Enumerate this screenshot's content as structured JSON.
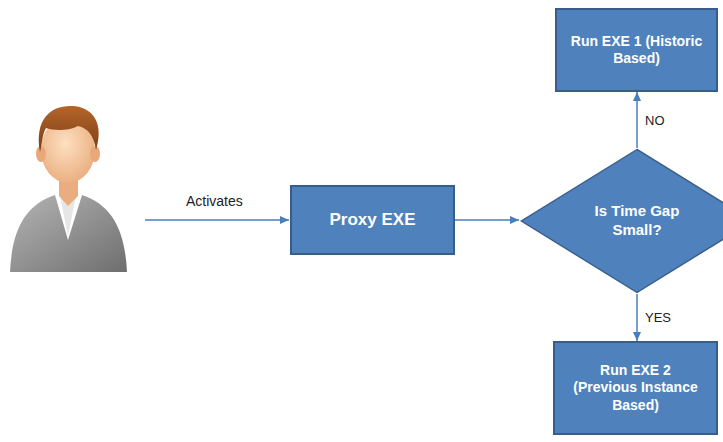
{
  "diagram": {
    "nodes": [
      {
        "text": [
          "Proxy EXE"
        ]
      },
      {
        "text": [
          "Is Time Gap Small?"
        ]
      },
      {
        "text": [
          "Run EXE 1 (Historic Based)"
        ]
      },
      {
        "text": [
          "Run EXE 2 (Previous Instance Based)"
        ]
      }
    ],
    "edges": [
      {
        "from": 0,
        "to": 1,
        "arrow": "to"
      },
      {
        "from": 1,
        "to": 2,
        "label": "NO",
        "arrow": "to"
      },
      {
        "from": 1,
        "to": 3,
        "label": "YES",
        "arrow": "to"
      }
    ],
    "labels": [
      "Activates"
    ]
  }
}
